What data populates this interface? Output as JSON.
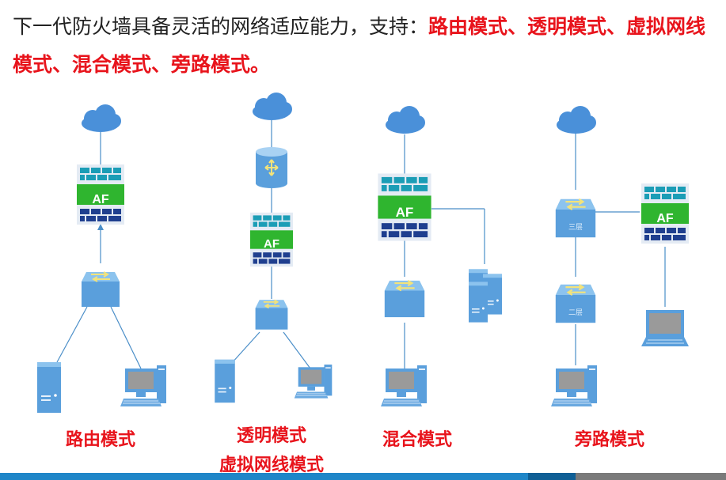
{
  "headline": {
    "intro": "下一代防火墙具备灵活的网络适应能力，支持：",
    "modes": "路由模式、透明模式、虚拟网线模式、混合模式、旁路模式。"
  },
  "device_labels": {
    "firewall": "AF",
    "switch_l3": "三层",
    "switch_l2": "二层"
  },
  "modes": [
    {
      "label": "路由模式"
    },
    {
      "label_line1": "透明模式",
      "label_line2": "虚拟网线模式"
    },
    {
      "label": "混合模式"
    },
    {
      "label": "旁路模式"
    }
  ],
  "colors": {
    "accent_red": "#e8141c",
    "link_blue": "#4a8ec8",
    "cloud_blue": "#4a90d9",
    "af_green": "#2fb52f",
    "firewall_teal": "#1b9db6",
    "firewall_navy": "#1f3f8f",
    "switch_blue": "#5a9fdc"
  }
}
